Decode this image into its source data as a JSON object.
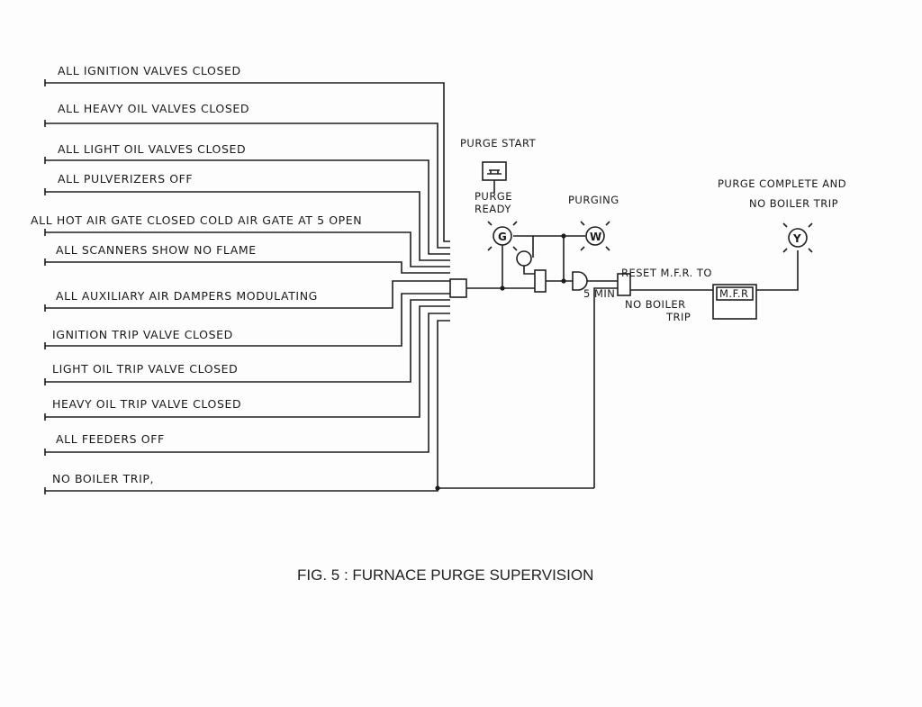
{
  "inputs": [
    "ALL IGNITION VALVES CLOSED",
    "ALL HEAVY OIL VALVES CLOSED",
    "ALL LIGHT OIL VALVES CLOSED",
    "ALL PULVERIZERS OFF",
    "ALL HOT AIR GATE CLOSED COLD AIR GATE AT 5 OPEN",
    "ALL SCANNERS SHOW NO FLAME",
    "ALL AUXILIARY AIR DAMPERS MODULATING",
    "IGNITION TRIP VALVE CLOSED",
    "LIGHT OIL TRIP VALVE CLOSED",
    "HEAVY OIL TRIP VALVE CLOSED",
    "ALL FEEDERS OFF",
    "NO BOILER TRIP,"
  ],
  "purge_start": "PURGE START",
  "purge_ready_line1": "PURGE",
  "purge_ready_line2": "READY",
  "purging": "PURGING",
  "timer_label": "5 MIN",
  "reset_label": "RESET M.F.R. TO",
  "no_boiler_trip_line1": "NO BOILER",
  "no_boiler_trip_line2": "TRIP",
  "mfr_label": "M.F.R",
  "purge_complete_line1": "PURGE COMPLETE AND",
  "purge_complete_line2": "NO BOILER TRIP",
  "lamps": {
    "ready": "G",
    "purging": "W",
    "complete": "Y"
  },
  "caption": "FIG. 5 : FURNACE PURGE SUPERVISION"
}
